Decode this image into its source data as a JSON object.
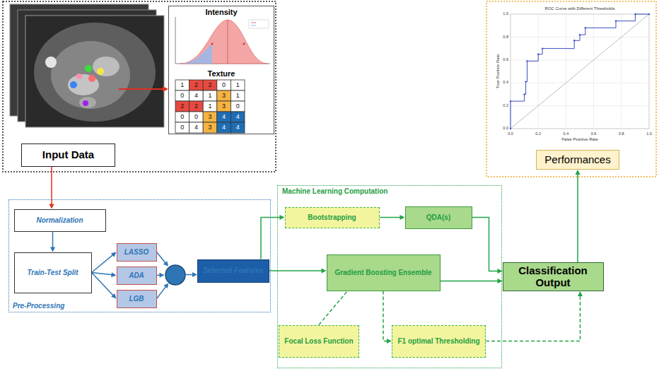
{
  "diagram": {
    "nodes": [
      {
        "text": [
          "Intensity",
          "Texture"
        ]
      },
      {
        "text": [
          "Input Data"
        ]
      },
      {
        "text": [
          "Pre-Processing"
        ]
      },
      {
        "text": [
          "Normalization"
        ],
        "in": 2
      },
      {
        "text": [
          "Train-Test Split"
        ],
        "in": 2
      },
      {
        "text": [
          "LASSO"
        ],
        "in": 2
      },
      {
        "text": [
          "ADA"
        ],
        "in": 2
      },
      {
        "text": [
          "LGB"
        ],
        "in": 2
      },
      {
        "text": [
          "∩"
        ],
        "in": 2
      },
      {
        "text": [
          "Selected Features"
        ],
        "in": 2
      },
      {
        "text": [
          "Machine Learning Computation"
        ]
      },
      {
        "text": [
          "Bootstrapping"
        ],
        "in": 10
      },
      {
        "text": [
          "QDA(s)"
        ],
        "in": 10
      },
      {
        "text": [
          "Gradient Boosting Ensemble"
        ],
        "in": 10
      },
      {
        "text": [
          "Focal Loss Function"
        ],
        "in": 10
      },
      {
        "text": [
          "F1 optimal Thresholding"
        ],
        "in": 10
      },
      {
        "text": [
          "Classification Output"
        ]
      },
      {
        "text": [
          "Performances"
        ]
      }
    ],
    "edges": [
      {
        "from": 1,
        "to": 3,
        "arrow": "to"
      },
      {
        "from": 3,
        "to": 4,
        "arrow": "to"
      },
      {
        "from": 4,
        "to": 5,
        "arrow": "to"
      },
      {
        "from": 4,
        "to": 6,
        "arrow": "to"
      },
      {
        "from": 4,
        "to": 7,
        "arrow": "to"
      },
      {
        "from": 5,
        "to": 8,
        "arrow": "to"
      },
      {
        "from": 6,
        "to": 8,
        "arrow": "to"
      },
      {
        "from": 7,
        "to": 8,
        "arrow": "to"
      },
      {
        "from": 8,
        "to": 9,
        "arrow": "to"
      },
      {
        "from": 9,
        "to": 11,
        "arrow": "to"
      },
      {
        "from": 9,
        "to": 13,
        "arrow": "to"
      },
      {
        "from": 11,
        "to": 12,
        "arrow": "to"
      },
      {
        "from": 12,
        "to": 16,
        "arrow": "to"
      },
      {
        "from": 13,
        "to": 16,
        "arrow": "to"
      },
      {
        "from": 14,
        "to": 13,
        "arrow": "none"
      },
      {
        "from": 13,
        "to": 15,
        "arrow": "to"
      },
      {
        "from": 15,
        "to": 16,
        "arrow": "to"
      },
      {
        "from": 16,
        "to": 17,
        "arrow": "to"
      }
    ],
    "labels": [
      "ROC Curve with Different Thresholds",
      "1.0",
      "0.8",
      "0.6",
      "0.4",
      "0.2",
      "0.0",
      "0.0",
      "0.2",
      "0.4",
      "0.6",
      "0.8",
      "1.0",
      "False Positive Rate",
      "True Positive Rate",
      "1",
      "2",
      "2",
      "0",
      "1",
      "0",
      "4",
      "1",
      "3",
      "1",
      "2",
      "2",
      "1",
      "3",
      "0",
      "0",
      "0",
      "3",
      "4",
      "4",
      "0",
      "4",
      "3",
      "4",
      "4"
    ]
  }
}
